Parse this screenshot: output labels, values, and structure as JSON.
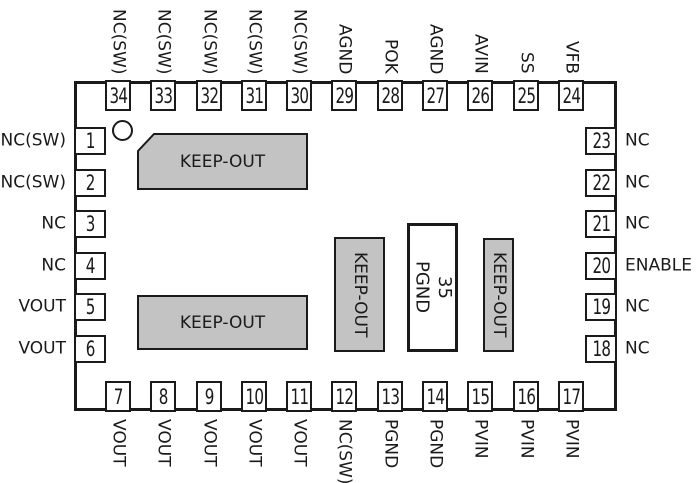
{
  "colors": {
    "bg": "#ffffff",
    "line": "#1a1a1a",
    "keepout": "#c3c3c3",
    "text": "#1a1a1a"
  },
  "keepout_label": "KEEP-OUT",
  "pad": {
    "number": "35",
    "label": "PGND"
  },
  "pins": {
    "top": [
      {
        "num": "34",
        "label": "NC(SW)"
      },
      {
        "num": "33",
        "label": "NC(SW)"
      },
      {
        "num": "32",
        "label": "NC(SW)"
      },
      {
        "num": "31",
        "label": "NC(SW)"
      },
      {
        "num": "30",
        "label": "NC(SW)"
      },
      {
        "num": "29",
        "label": "AGND"
      },
      {
        "num": "28",
        "label": "POK"
      },
      {
        "num": "27",
        "label": "AGND"
      },
      {
        "num": "26",
        "label": "AVIN"
      },
      {
        "num": "25",
        "label": "SS"
      },
      {
        "num": "24",
        "label": "VFB"
      }
    ],
    "bottom": [
      {
        "num": "7",
        "label": "VOUT"
      },
      {
        "num": "8",
        "label": "VOUT"
      },
      {
        "num": "9",
        "label": "VOUT"
      },
      {
        "num": "10",
        "label": "VOUT"
      },
      {
        "num": "11",
        "label": "VOUT"
      },
      {
        "num": "12",
        "label": "NC(SW)"
      },
      {
        "num": "13",
        "label": "PGND"
      },
      {
        "num": "14",
        "label": "PGND"
      },
      {
        "num": "15",
        "label": "PVIN"
      },
      {
        "num": "16",
        "label": "PVIN"
      },
      {
        "num": "17",
        "label": "PVIN"
      }
    ],
    "left": [
      {
        "num": "1",
        "label": "NC(SW)"
      },
      {
        "num": "2",
        "label": "NC(SW)"
      },
      {
        "num": "3",
        "label": "NC"
      },
      {
        "num": "4",
        "label": "NC"
      },
      {
        "num": "5",
        "label": "VOUT"
      },
      {
        "num": "6",
        "label": "VOUT"
      }
    ],
    "right": [
      {
        "num": "23",
        "label": "NC"
      },
      {
        "num": "22",
        "label": "NC"
      },
      {
        "num": "21",
        "label": "NC"
      },
      {
        "num": "20",
        "label": "ENABLE"
      },
      {
        "num": "19",
        "label": "NC"
      },
      {
        "num": "18",
        "label": "NC"
      }
    ]
  }
}
